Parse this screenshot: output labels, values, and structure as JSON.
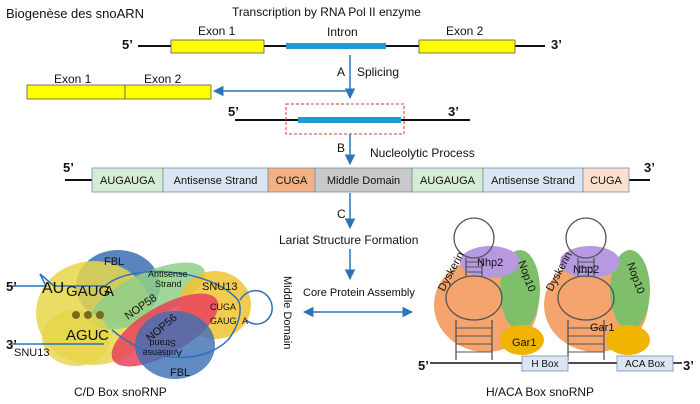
{
  "page_title": "Biogenèse des snoARN",
  "top": {
    "heading": "Transcription by RNA Pol II enzyme",
    "five_prime": "5’",
    "three_prime": "3’",
    "exon1": "Exon 1",
    "intron": "Intron",
    "exon2": "Exon 2"
  },
  "steps": {
    "a_letter": "A",
    "a_label": "Splicing",
    "b_letter": "B",
    "b_label": "Nucleolytic Process",
    "c_letter": "C",
    "c_label": "Lariat Structure Formation",
    "core_label": "Core Protein Assembly"
  },
  "spliced": {
    "exon1": "Exon 1",
    "exon2": "Exon 2"
  },
  "isolated": {
    "five_prime": "5’",
    "three_prime": "3’"
  },
  "strand": {
    "five_prime": "5’",
    "three_prime": "3’",
    "seg1": "AUGAUGA",
    "seg2": "Antisense Strand",
    "seg3": "CUGA",
    "seg4": "Middle Domain",
    "seg5": "AUGAUGA",
    "seg6": "Antisense Strand",
    "seg7": "CUGA"
  },
  "cd_box": {
    "caption": "C/D Box snoRNP",
    "five_prime": "5’",
    "three_prime": "3’",
    "au": "AU",
    "gaug": "GAUG",
    "a_letter": "A",
    "agu": "AGU",
    "c_letter": "C",
    "fbl_top": "FBL",
    "fbl_bottom": "FBL",
    "nop58": "NOP58",
    "nop56": "NOP56",
    "snu13_top": "SNU13",
    "snu13_bottom": "SNU13",
    "antisense_top": "Antisense",
    "strand_top": "Strand",
    "antisense_bottom": "Antisense",
    "strand_bottom": "Strand",
    "cuga_small": "CUGA",
    "gaug_small": "GAUG",
    "a_small": "A",
    "middle_domain": "Middle Domain"
  },
  "haca_box": {
    "caption": "H/ACA Box snoRNP",
    "five_prime": "5’",
    "three_prime": "3’",
    "nhp2_left": "Nhp2",
    "nop10_left": "Nop10",
    "dyskerin_left": "Dyskerin",
    "gar1_left": "Gar1",
    "h_box": "H Box",
    "nhp2_right": "Nhp2",
    "nop10_right": "Nop10",
    "dyskerin_right": "Dyskerin",
    "gar1_right": "Gar1",
    "aca_box": "ACA Box"
  },
  "colors": {
    "exon": "#ffff00",
    "intron": "#1f9bd7",
    "arrow": "#2e74b5",
    "seg_green": "#d6ecd2",
    "seg_blue": "#dbe6f2",
    "seg_orange": "#f4b183",
    "seg_grey": "#c9c9c9",
    "seg_peach": "#fbe0cf",
    "dyskerin": "#f4a46c",
    "nop10": "#7fbf6a",
    "nhp2": "#b699e0",
    "gar1": "#f0b400",
    "fbl": "#3c6eb4",
    "nop58": "#8fcf88",
    "nop56": "#e8425a",
    "snu13": "#f2c233",
    "cd_core": "#e6d64a"
  }
}
